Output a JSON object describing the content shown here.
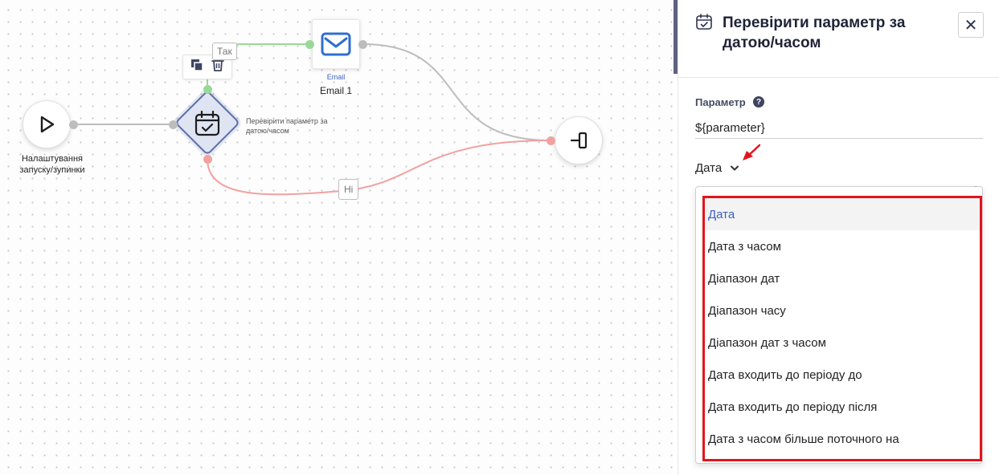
{
  "canvas": {
    "start_node": {
      "label": "Налаштування запуску/зупинки"
    },
    "condition_node": {
      "label": "Перевірити параметр за датою/часом"
    },
    "email_node": {
      "type_label": "Email",
      "label": "Email 1"
    },
    "edge_labels": {
      "yes": "Так",
      "no": "Ні"
    },
    "colors": {
      "yes_edge": "#9ad89a",
      "no_edge": "#f2a0a0",
      "default_edge": "#bdbdbd"
    }
  },
  "panel": {
    "title": "Перевірити параметр за датою/часом",
    "close_glyph": "✕",
    "parameter": {
      "label": "Параметр",
      "help_glyph": "?",
      "value": "${parameter}"
    },
    "type_select": {
      "selected": "Дата",
      "chevron_glyph": "⌄"
    },
    "options": [
      "Дата",
      "Дата з часом",
      "Діапазон дат",
      "Діапазон часу",
      "Діапазон дат з часом",
      "Дата входить до періоду до",
      "Дата входить до періоду після",
      "Дата з часом більше поточного на"
    ],
    "colors": {
      "accent": "#3a62c2",
      "highlight_border": "#e3141b",
      "annotation_arrow": "#e3141b"
    }
  }
}
